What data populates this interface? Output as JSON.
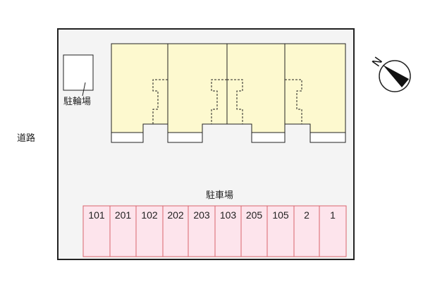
{
  "labels": {
    "road": "道路",
    "bicycle_parking": "駐輪場",
    "parking": "駐車場",
    "north": "N"
  },
  "parking_spaces": [
    "101",
    "201",
    "102",
    "202",
    "203",
    "103",
    "205",
    "105",
    "2",
    "1"
  ],
  "colors": {
    "building": "#fdf9cf",
    "parking_fill": "#fde4ec",
    "parking_stroke": "#d9636c",
    "site": "#f4f4f4"
  }
}
